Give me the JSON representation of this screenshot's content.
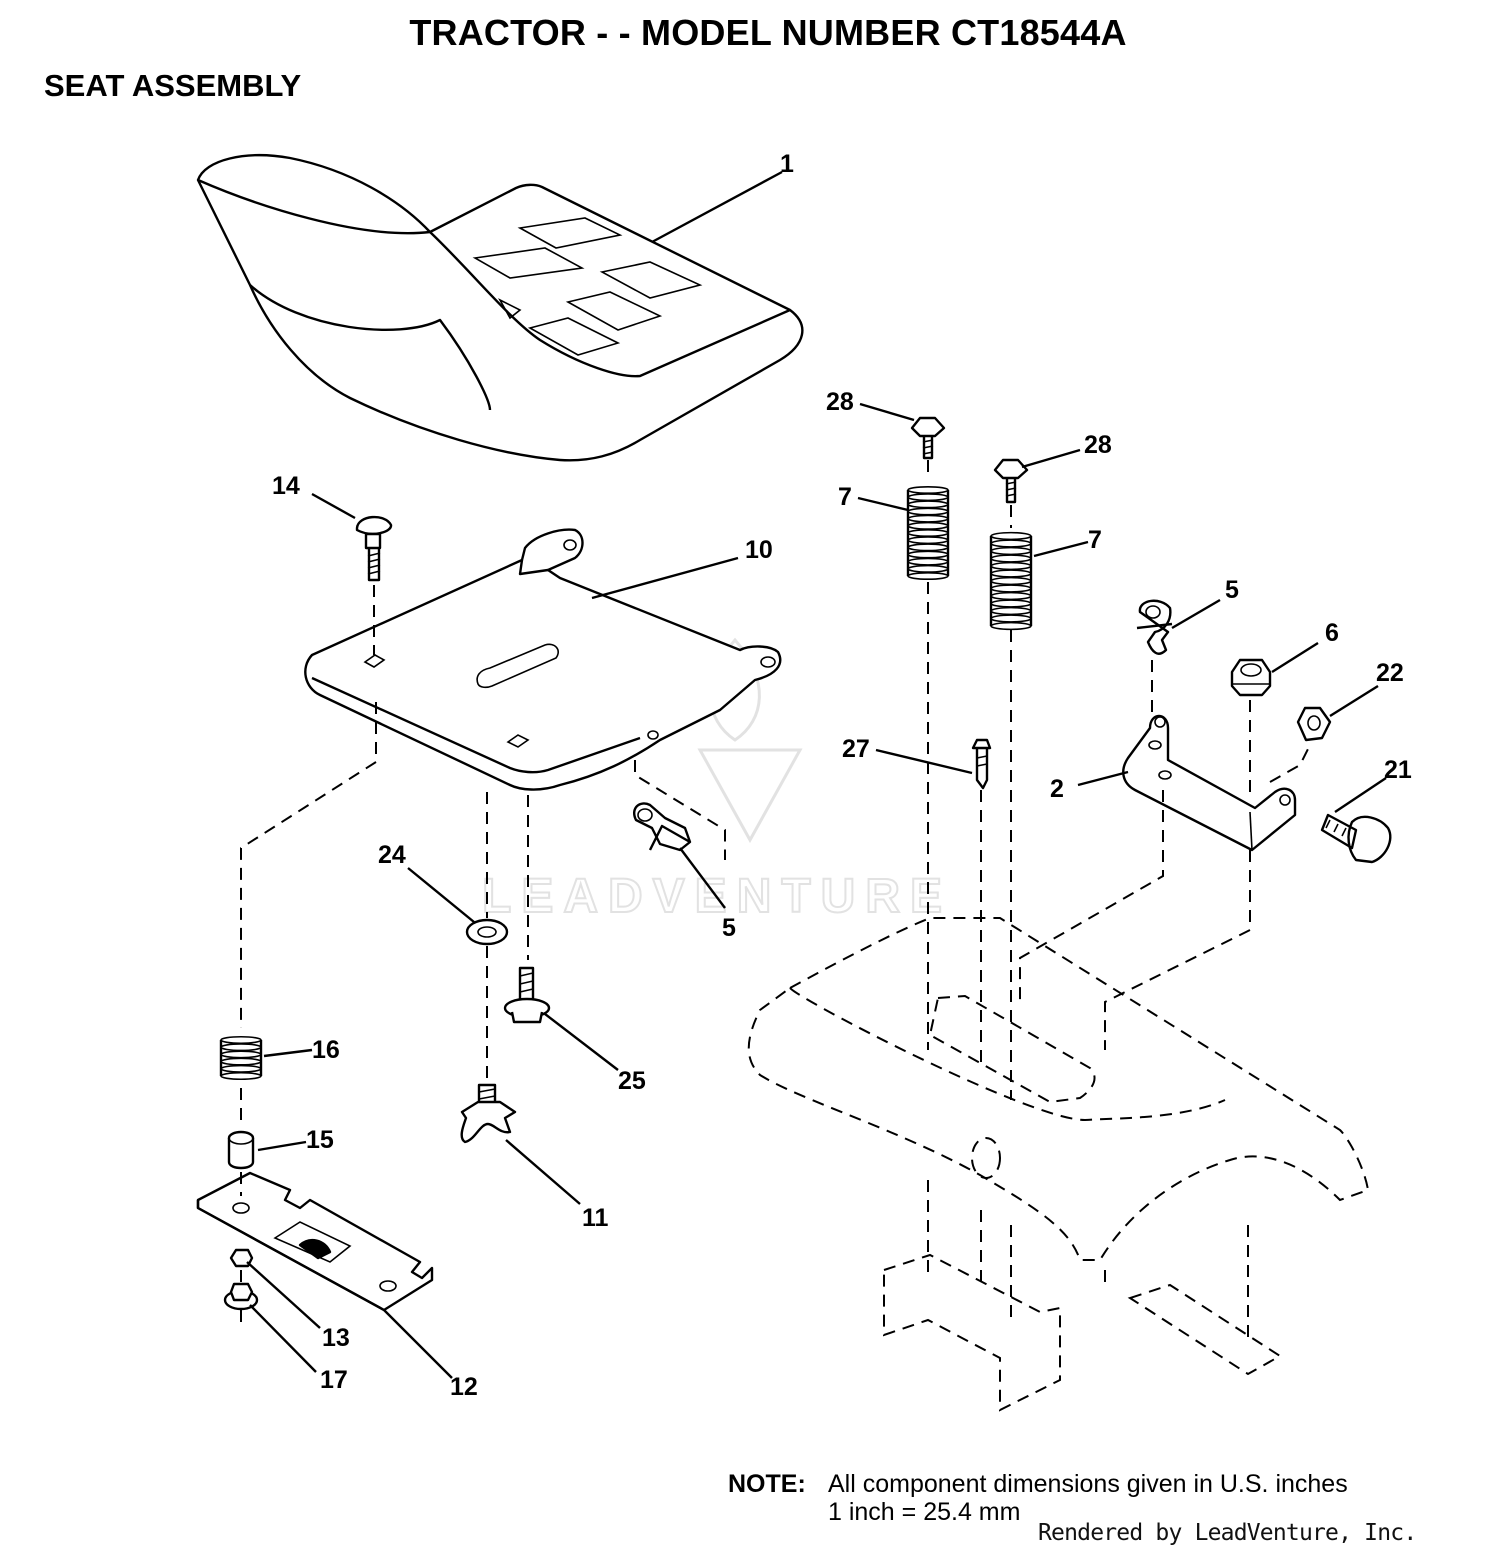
{
  "header": {
    "title": "TRACTOR - - MODEL NUMBER CT18544A",
    "subtitle": "SEAT ASSEMBLY"
  },
  "watermark": {
    "text": "LEADVENTURE"
  },
  "callouts": {
    "c1": "1",
    "c28a": "28",
    "c28b": "28",
    "c14": "14",
    "c10": "10",
    "c7a": "7",
    "c7b": "7",
    "c5a": "5",
    "c6": "6",
    "c22": "22",
    "c27": "27",
    "c2": "2",
    "c21": "21",
    "c24": "24",
    "c5b": "5",
    "c16": "16",
    "c25": "25",
    "c15": "15",
    "c11": "11",
    "c13": "13",
    "c12": "12",
    "c17": "17"
  },
  "note": {
    "label": "NOTE:",
    "line1": "All component dimensions given in U.S. inches",
    "line2": "1 inch = 25.4 mm"
  },
  "credit": "Rendered by LeadVenture, Inc."
}
